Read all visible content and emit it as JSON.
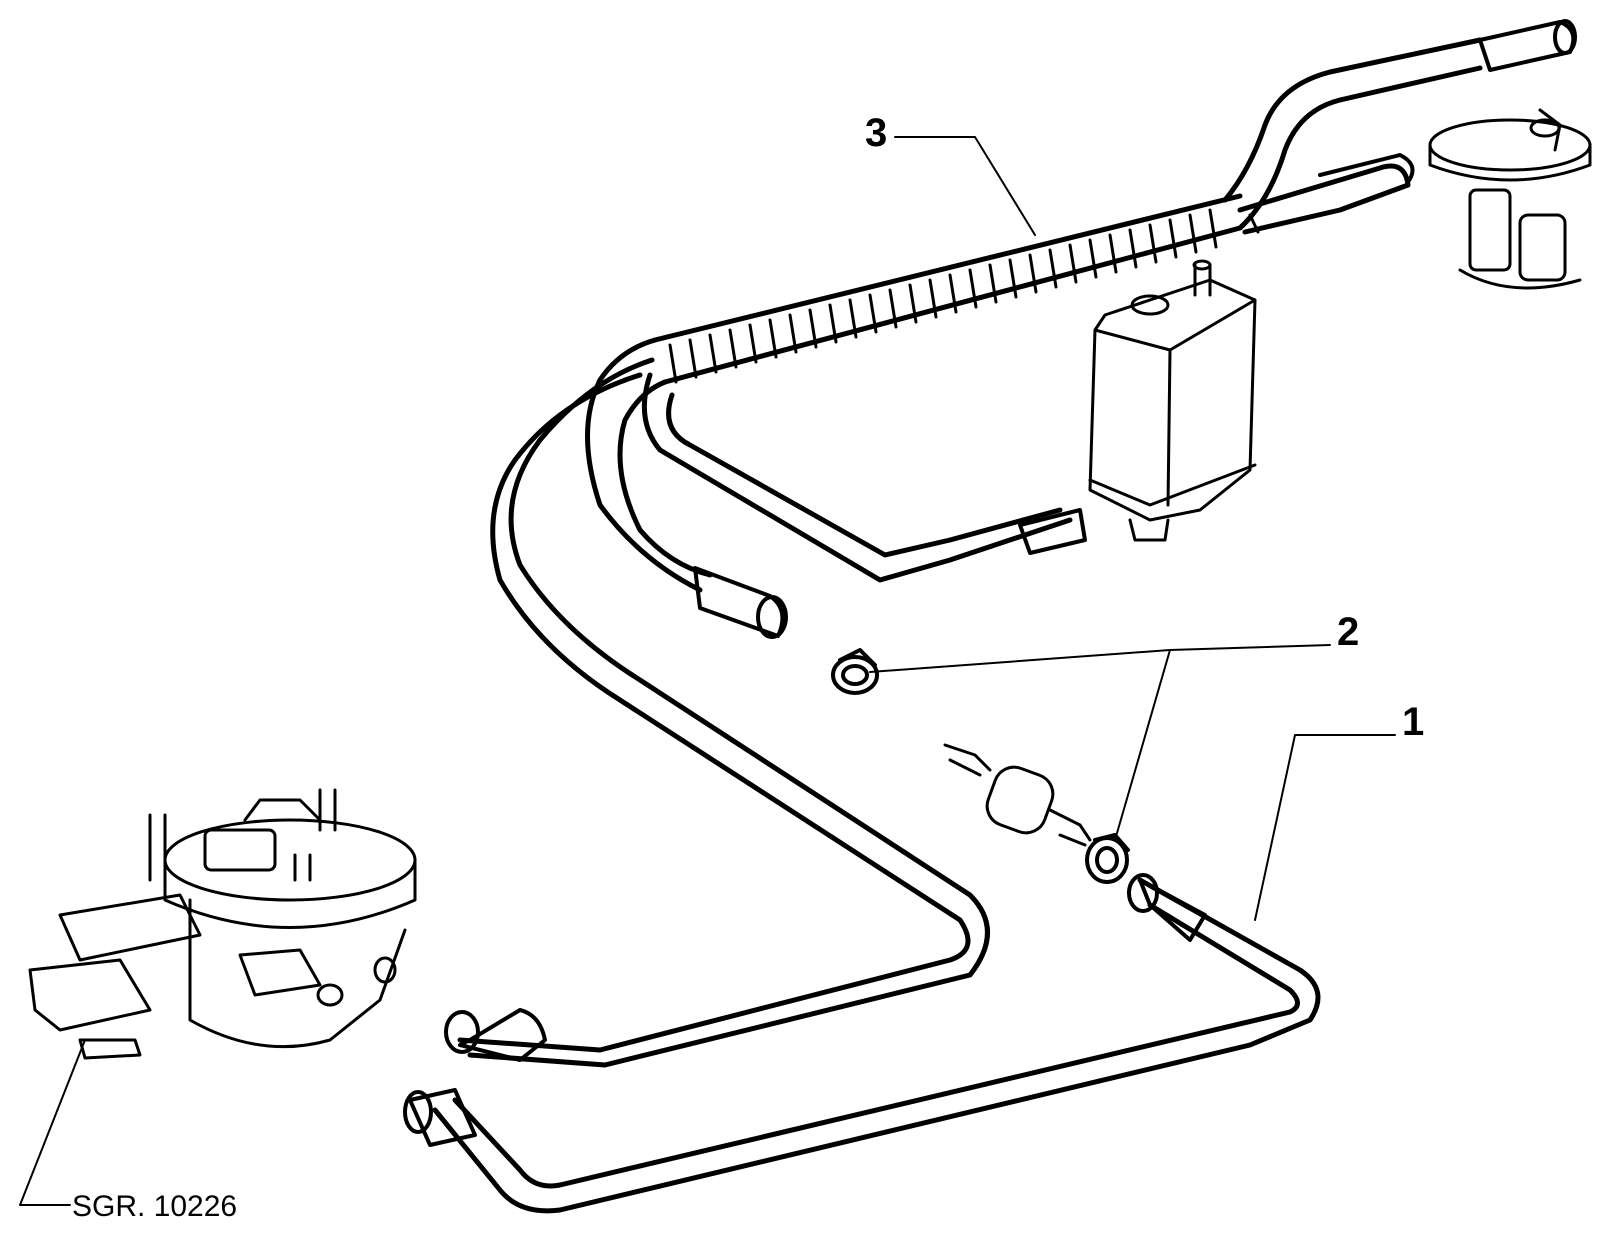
{
  "callouts": [
    {
      "number": "1",
      "part": "fuel-hose"
    },
    {
      "number": "2",
      "part": "hose-clamp"
    },
    {
      "number": "3",
      "part": "fuel-pipe-bundle"
    }
  ],
  "reference": {
    "text": "SGR. 10226"
  },
  "colors": {
    "line": "#000000",
    "background": "#ffffff"
  }
}
